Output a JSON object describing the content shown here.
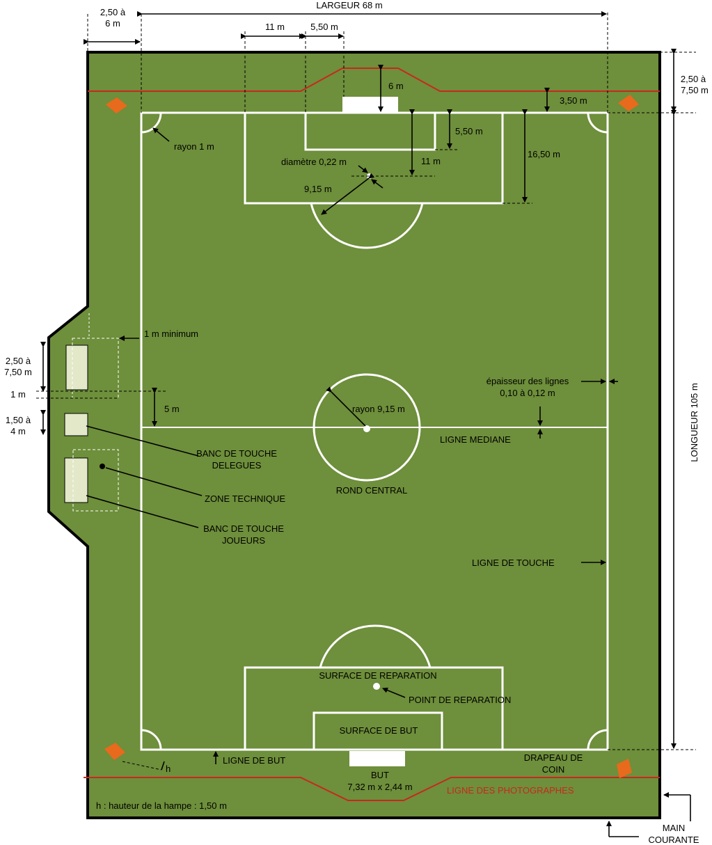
{
  "colors": {
    "grass": "#6e8f3b",
    "lines": "#ffffff",
    "photographers_line": "#c8281e",
    "flag": "#e86a1c",
    "bench": "#e2e8c8",
    "border": "#000000"
  },
  "dimensions": {
    "largeur": "LARGEUR 68 m",
    "side_margin_a": "2,50 à",
    "side_margin_b": "6 m",
    "goal_area_11": "11 m",
    "goal_area_550": "5,50 m",
    "end_margin_a": "2,50 à",
    "end_margin_b": "7,50 m",
    "photog_6m": "6 m",
    "photog_350": "3,50 m",
    "goal_area_depth": "5,50 m",
    "penalty_spot_11": "11 m",
    "penalty_area_depth": "16,50 m",
    "spot_diameter": "diamètre 0,22 m",
    "arc_radius": "9,15 m",
    "corner_radius": "rayon 1 m",
    "longueur": "LONGUEUR 105 m",
    "one_m_min": "1 m minimum",
    "bench_a1": "2,50 à",
    "bench_a2": "7,50 m",
    "bench_gap": "1 m",
    "bench_b1": "1,50 à",
    "bench_b2": "4 m",
    "five_m": "5 m",
    "line_thickness_1": "épaisseur des lignes",
    "line_thickness_2": "0,10 à 0,12 m",
    "center_radius": "rayon 9,15 m"
  },
  "labels": {
    "ligne_mediane": "LIGNE MEDIANE",
    "rond_central": "ROND CENTRAL",
    "banc_delegues_1": "BANC DE TOUCHE",
    "banc_delegues_2": "DELEGUES",
    "zone_technique": "ZONE TECHNIQUE",
    "banc_joueurs_1": "BANC DE TOUCHE",
    "banc_joueurs_2": "JOUEURS",
    "ligne_de_touche": "LIGNE DE TOUCHE",
    "surface_reparation": "SURFACE DE REPARATION",
    "point_reparation": "POINT DE REPARATION",
    "surface_but": "SURFACE DE BUT",
    "ligne_de_but": "LIGNE DE BUT",
    "but": "BUT",
    "but_size": "7,32 m x 2,44 m",
    "drapeau_1": "DRAPEAU DE",
    "drapeau_2": "COIN",
    "h": "h",
    "hampe": "h : hauteur de la hampe : 1,50 m",
    "photographes": "LIGNE DES PHOTOGRAPHES",
    "main_courante_1": "MAIN",
    "main_courante_2": "COURANTE"
  }
}
